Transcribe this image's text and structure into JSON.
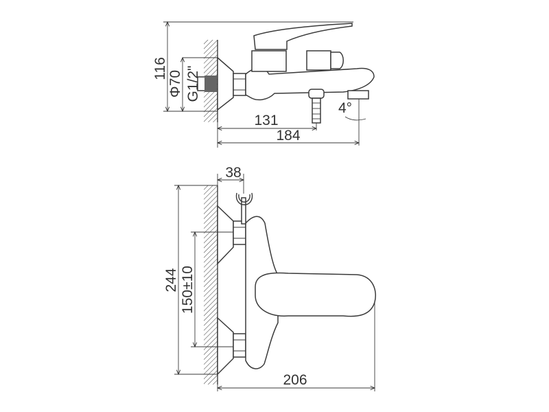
{
  "side_view": {
    "height_label": "116",
    "flange_diameter_label": "Φ70",
    "thread_label": "G1/2\"",
    "outlet_distance_label": "131",
    "spout_length_label": "184",
    "angle_label": "4°"
  },
  "front_view": {
    "holder_offset_label": "38",
    "height_label": "244",
    "center_distance_label": "150±10",
    "depth_label": "206"
  }
}
